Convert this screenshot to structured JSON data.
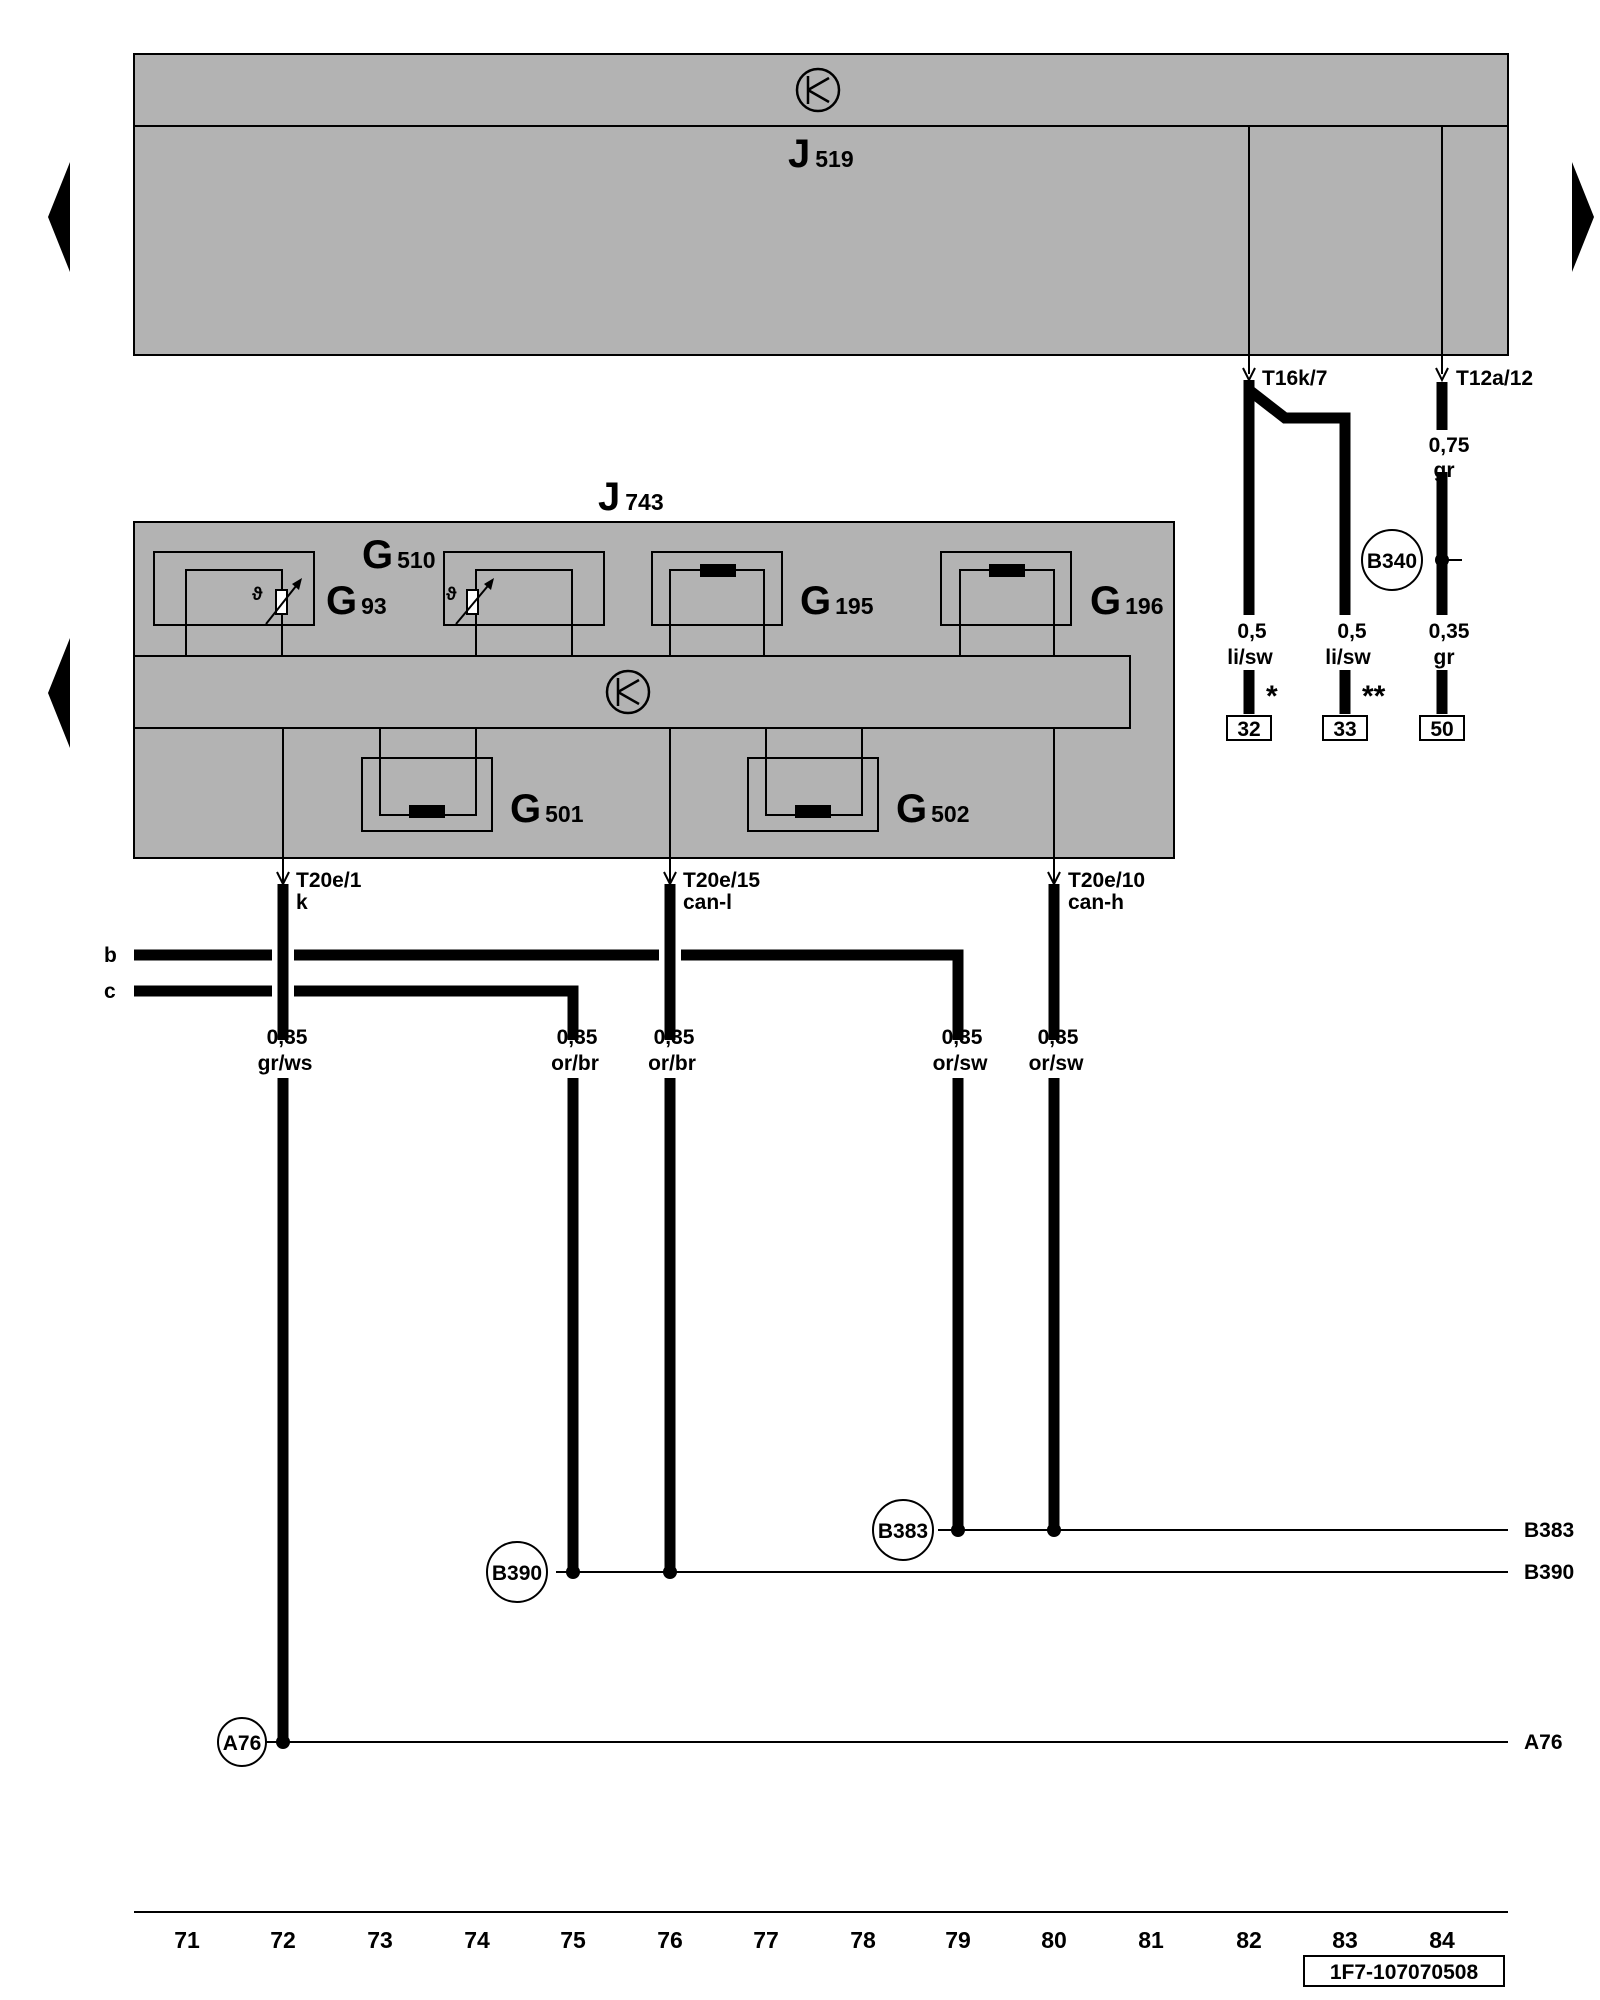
{
  "components": {
    "j519": {
      "label": "J",
      "sub": "519"
    },
    "j743": {
      "label": "J",
      "sub": "743"
    },
    "g510": {
      "label": "G",
      "sub": "510"
    },
    "g93": {
      "label": "G",
      "sub": "93"
    },
    "g195": {
      "label": "G",
      "sub": "195"
    },
    "g196": {
      "label": "G",
      "sub": "196"
    },
    "g501": {
      "label": "G",
      "sub": "501"
    },
    "g502": {
      "label": "G",
      "sub": "502"
    }
  },
  "connectors": {
    "t16k7": "T16k/7",
    "t12a12": "T12a/12",
    "t20e1": "T20e/1",
    "t20e1_sig": "k",
    "t20e15": "T20e/15",
    "t20e15_sig": "can-l",
    "t20e10": "T20e/10",
    "t20e10_sig": "can-h"
  },
  "wires": {
    "w82": {
      "size": "0,5",
      "color": "li/sw",
      "mark": "*",
      "ref": "32"
    },
    "w83": {
      "size": "0,5",
      "color": "li/sw",
      "mark": "**",
      "ref": "33"
    },
    "w84_top": {
      "size": "0,75",
      "color": "gr"
    },
    "w84": {
      "size": "0,35",
      "color": "gr",
      "ref": "50"
    },
    "w72": {
      "size": "0,35",
      "color": "gr/ws"
    },
    "w75": {
      "size": "0,35",
      "color": "or/br"
    },
    "w76": {
      "size": "0,35",
      "color": "or/br"
    },
    "w79": {
      "size": "0,35",
      "color": "or/sw"
    },
    "w80": {
      "size": "0,35",
      "color": "or/sw"
    }
  },
  "splices": {
    "b340": "B340",
    "b383": "B383",
    "b390": "B390",
    "a76": "A76"
  },
  "edge_refs": {
    "b": "b",
    "c": "c",
    "b383": "B383",
    "b390": "B390",
    "a76": "A76"
  },
  "grid_numbers": [
    "71",
    "72",
    "73",
    "74",
    "75",
    "76",
    "77",
    "78",
    "79",
    "80",
    "81",
    "82",
    "83",
    "84"
  ],
  "doc_id": "1F7-107070508",
  "colors": {
    "component_fill": "#b3b3b3",
    "line": "#000000"
  }
}
